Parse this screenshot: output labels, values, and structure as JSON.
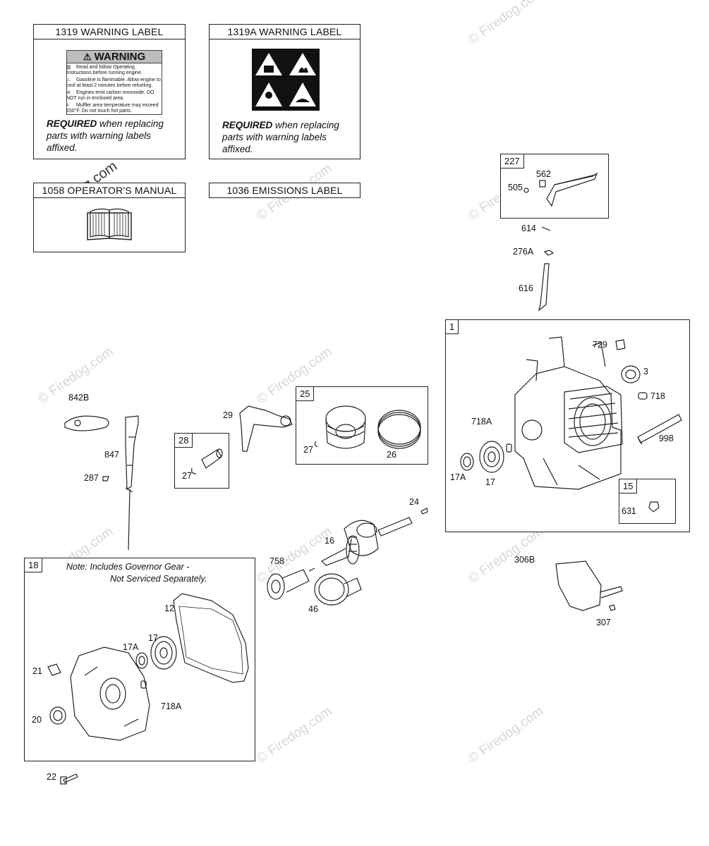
{
  "boxes": {
    "b1319": {
      "title": "1319 WARNING LABEL",
      "sign_title": "WARNING",
      "rows": [
        "Read and follow Operating Instructions before running engine.",
        "Gasoline is flammable. Allow engine to cool at least 2 minutes before refueling.",
        "Engines emit carbon monoxide. DO NOT run in enclosed area.",
        "Muffler area temperature may exceed 150°F. Do not touch hot parts."
      ],
      "req_bold": "REQUIRED",
      "req_line1": "when replacing",
      "req_line2": "parts with warning labels",
      "req_line3": "affixed."
    },
    "b1319a": {
      "title": "1319A WARNING LABEL",
      "req_bold": "REQUIRED",
      "req_line1": "when replacing",
      "req_line2": "parts with warning labels",
      "req_line3": "affixed."
    },
    "b1058": {
      "title": "1058 OPERATOR'S MANUAL"
    },
    "b1036": {
      "title": "1036 EMISSIONS LABEL"
    }
  },
  "groups": {
    "g227": "227",
    "g1": "1",
    "g15": "15",
    "g25": "25",
    "g28": "28",
    "g18": "18"
  },
  "note": {
    "line1": "Note: Includes Governor Gear -",
    "line2": "Not Serviced Separately."
  },
  "labels": {
    "l562": "562",
    "l505": "505",
    "l614": "614",
    "l276a": "276A",
    "l616": "616",
    "l729": "729",
    "l3": "3",
    "l718": "718",
    "l998": "998",
    "l718a": "718A",
    "l17a": "17A",
    "l17": "17",
    "l631": "631",
    "l842b": "842B",
    "l847": "847",
    "l287": "287",
    "l29": "29",
    "l27a": "27",
    "l26": "26",
    "l27b": "27",
    "l24": "24",
    "l16": "16",
    "l758": "758",
    "l46": "46",
    "l306b": "306B",
    "l307": "307",
    "l12": "12",
    "l17a2": "17A",
    "l172": "17",
    "l21": "21",
    "l718a2": "718A",
    "l20": "20",
    "l22": "22"
  },
  "watermark": "© Firedog.com"
}
